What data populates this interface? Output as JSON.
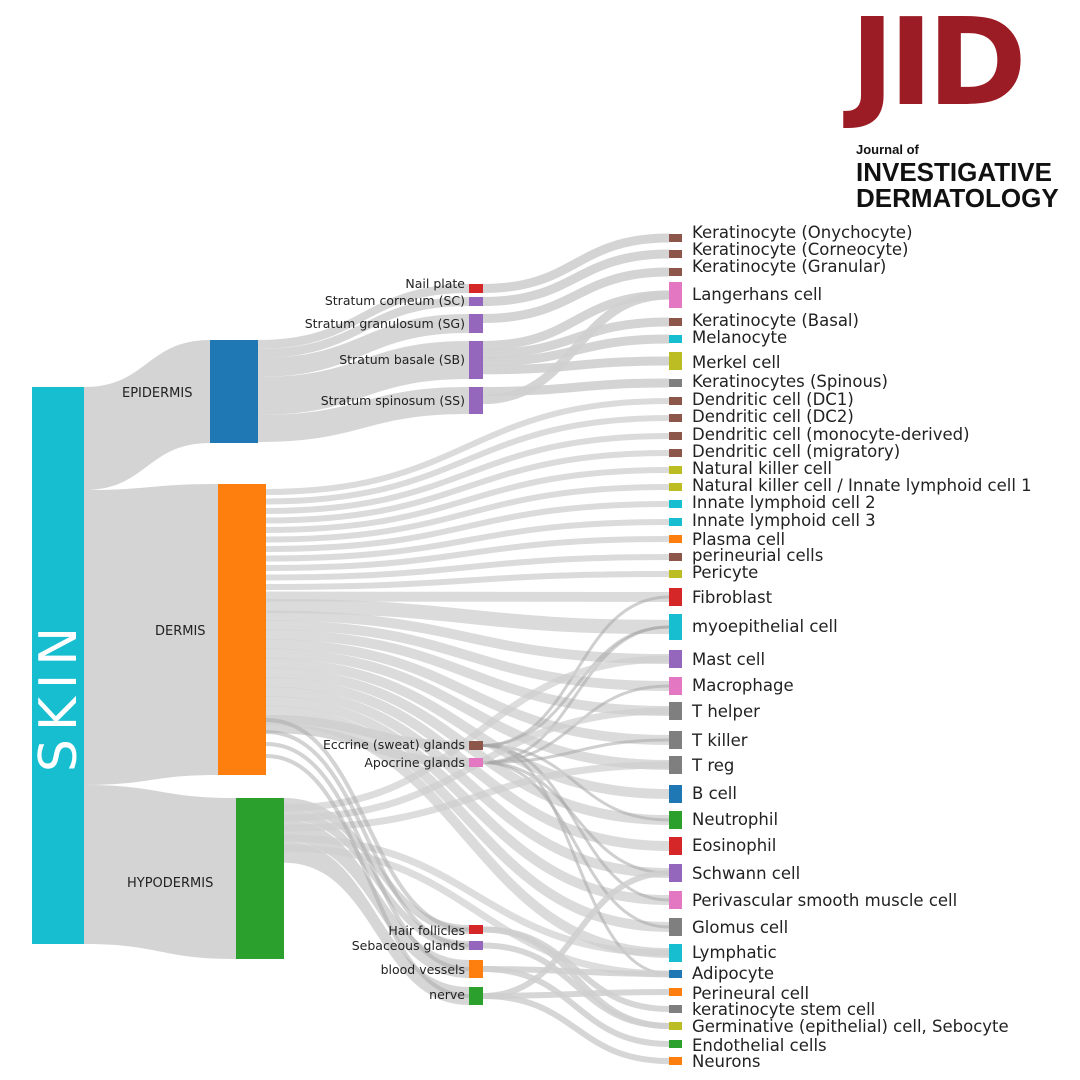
{
  "logo": {
    "abbr": "JID",
    "journal_of": "Journal of",
    "line1": "INVESTIGATIVE",
    "line2": "DERMATOLOGY"
  },
  "colors": {
    "skin": "#17becf",
    "epidermis": "#1f77b4",
    "dermis": "#ff7f0e",
    "hypodermis": "#2ca02c",
    "flow": "#cfcfcf",
    "flow_dark": "#a8a8a8",
    "brown": "#8c564b",
    "red": "#d62728",
    "purple": "#9467bd",
    "pink": "#e377c2",
    "cyan": "#17becf",
    "olive": "#bcbd22",
    "gray": "#7f7f7f",
    "orange": "#ff7f0e",
    "blue": "#1f77b4",
    "green": "#2ca02c"
  },
  "chart_data": {
    "type": "sankey",
    "root": {
      "id": "skin",
      "label": "SKIN",
      "color": "#17becf"
    },
    "layers": [
      {
        "id": "epidermis",
        "label": "EPIDERMIS",
        "color": "#1f77b4",
        "value": 9
      },
      {
        "id": "dermis",
        "label": "DERMIS",
        "color": "#ff7f0e",
        "value": 26
      },
      {
        "id": "hypodermis",
        "label": "HYPODERMIS",
        "color": "#2ca02c",
        "value": 14
      }
    ],
    "structures": [
      {
        "id": "nail",
        "label": "Nail plate",
        "parent": "epidermis",
        "color": "#d62728",
        "value": 1
      },
      {
        "id": "sc",
        "label": "Stratum corneum (SC)",
        "parent": "epidermis",
        "color": "#9467bd",
        "value": 1
      },
      {
        "id": "sg",
        "label": "Stratum granulosum (SG)",
        "parent": "epidermis",
        "color": "#9467bd",
        "value": 2
      },
      {
        "id": "sb",
        "label": "Stratum basale (SB)",
        "parent": "epidermis",
        "color": "#9467bd",
        "value": 3
      },
      {
        "id": "ss",
        "label": "Stratum spinosum (SS)",
        "parent": "epidermis",
        "color": "#9467bd",
        "value": 2
      },
      {
        "id": "eccrine",
        "label": "Eccrine (sweat) glands",
        "parent": "dermis",
        "color": "#8c564b",
        "value": 1
      },
      {
        "id": "apocrine",
        "label": "Apocrine glands",
        "parent": "dermis",
        "color": "#e377c2",
        "value": 1
      },
      {
        "id": "hair",
        "label": "Hair follicles",
        "parent": "hypodermis",
        "color": "#d62728",
        "value": 1
      },
      {
        "id": "sebaceous",
        "label": "Sebaceous glands",
        "parent": "hypodermis",
        "color": "#9467bd",
        "value": 1
      },
      {
        "id": "vessels",
        "label": "blood vessels",
        "parent": "hypodermis",
        "color": "#ff7f0e",
        "value": 2
      },
      {
        "id": "nerve",
        "label": "nerve",
        "parent": "hypodermis",
        "color": "#2ca02c",
        "value": 2
      }
    ],
    "cell_types": [
      {
        "label": "Keratinocyte (Onychocyte)",
        "color": "#8c564b",
        "size": 1
      },
      {
        "label": "Keratinocyte (Corneocyte)",
        "color": "#8c564b",
        "size": 1
      },
      {
        "label": "Keratinocyte (Granular)",
        "color": "#8c564b",
        "size": 1
      },
      {
        "label": "Langerhans cell",
        "color": "#e377c2",
        "size": 3
      },
      {
        "label": "Keratinocyte (Basal)",
        "color": "#8c564b",
        "size": 1
      },
      {
        "label": "Melanocyte",
        "color": "#17becf",
        "size": 1
      },
      {
        "label": "Merkel cell",
        "color": "#bcbd22",
        "size": 2
      },
      {
        "label": "Keratinocytes (Spinous)",
        "color": "#7f7f7f",
        "size": 1
      },
      {
        "label": "Dendritic cell (DC1)",
        "color": "#8c564b",
        "size": 1
      },
      {
        "label": "Dendritic cell (DC2)",
        "color": "#8c564b",
        "size": 1
      },
      {
        "label": "Dendritic cell (monocyte-derived)",
        "color": "#8c564b",
        "size": 1
      },
      {
        "label": "Dendritic cell (migratory)",
        "color": "#8c564b",
        "size": 1
      },
      {
        "label": "Natural killer cell",
        "color": "#bcbd22",
        "size": 1
      },
      {
        "label": "Natural killer cell / Innate lymphoid cell 1",
        "color": "#bcbd22",
        "size": 1
      },
      {
        "label": "Innate lymphoid cell 2",
        "color": "#17becf",
        "size": 1
      },
      {
        "label": "Innate lymphoid cell 3",
        "color": "#17becf",
        "size": 1
      },
      {
        "label": "Plasma cell",
        "color": "#ff7f0e",
        "size": 1
      },
      {
        "label": "perineurial cells",
        "color": "#8c564b",
        "size": 1
      },
      {
        "label": "Pericyte",
        "color": "#bcbd22",
        "size": 1
      },
      {
        "label": "Fibroblast",
        "color": "#d62728",
        "size": 2
      },
      {
        "label": "myoepithelial cell",
        "color": "#17becf",
        "size": 3
      },
      {
        "label": "Mast cell",
        "color": "#9467bd",
        "size": 2
      },
      {
        "label": "Macrophage",
        "color": "#e377c2",
        "size": 2
      },
      {
        "label": "T helper",
        "color": "#7f7f7f",
        "size": 2
      },
      {
        "label": "T killer",
        "color": "#7f7f7f",
        "size": 2
      },
      {
        "label": "T reg",
        "color": "#7f7f7f",
        "size": 2
      },
      {
        "label": "B cell",
        "color": "#1f77b4",
        "size": 2
      },
      {
        "label": "Neutrophil",
        "color": "#2ca02c",
        "size": 2
      },
      {
        "label": "Eosinophil",
        "color": "#d62728",
        "size": 2
      },
      {
        "label": "Schwann cell",
        "color": "#9467bd",
        "size": 2
      },
      {
        "label": "Perivascular smooth muscle cell",
        "color": "#e377c2",
        "size": 2
      },
      {
        "label": "Glomus cell",
        "color": "#7f7f7f",
        "size": 2
      },
      {
        "label": "Lymphatic",
        "color": "#17becf",
        "size": 2
      },
      {
        "label": "Adipocyte",
        "color": "#1f77b4",
        "size": 1
      },
      {
        "label": "Perineural cell",
        "color": "#ff7f0e",
        "size": 1
      },
      {
        "label": "keratinocyte stem cell",
        "color": "#7f7f7f",
        "size": 1
      },
      {
        "label": "Germinative (epithelial) cell, Sebocyte",
        "color": "#bcbd22",
        "size": 1
      },
      {
        "label": "Endothelial cells",
        "color": "#2ca02c",
        "size": 1
      },
      {
        "label": "Neurons",
        "color": "#ff7f0e",
        "size": 1
      }
    ]
  }
}
